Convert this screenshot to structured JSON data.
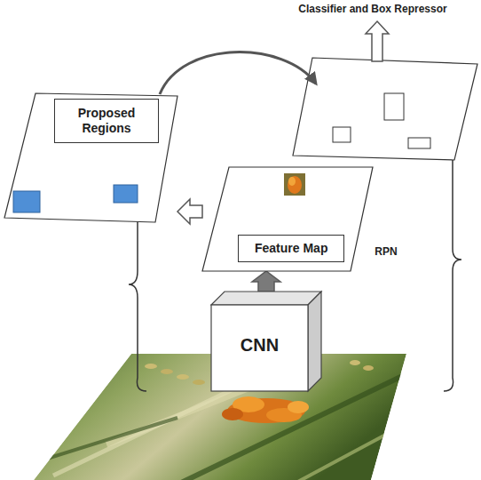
{
  "diagram": {
    "nodes": [
      {
        "text": [
          "Proposed Regions"
        ]
      },
      {
        "text": [
          "Feature Map"
        ]
      },
      {
        "text": [
          "CNN"
        ]
      }
    ],
    "edges": [
      {
        "from": 2,
        "to": 1,
        "arrow": "to"
      },
      {
        "from": 1,
        "to": 0,
        "arrow": "to"
      }
    ],
    "labels": [
      "Classifier and Box Repressor",
      "RPN"
    ]
  }
}
